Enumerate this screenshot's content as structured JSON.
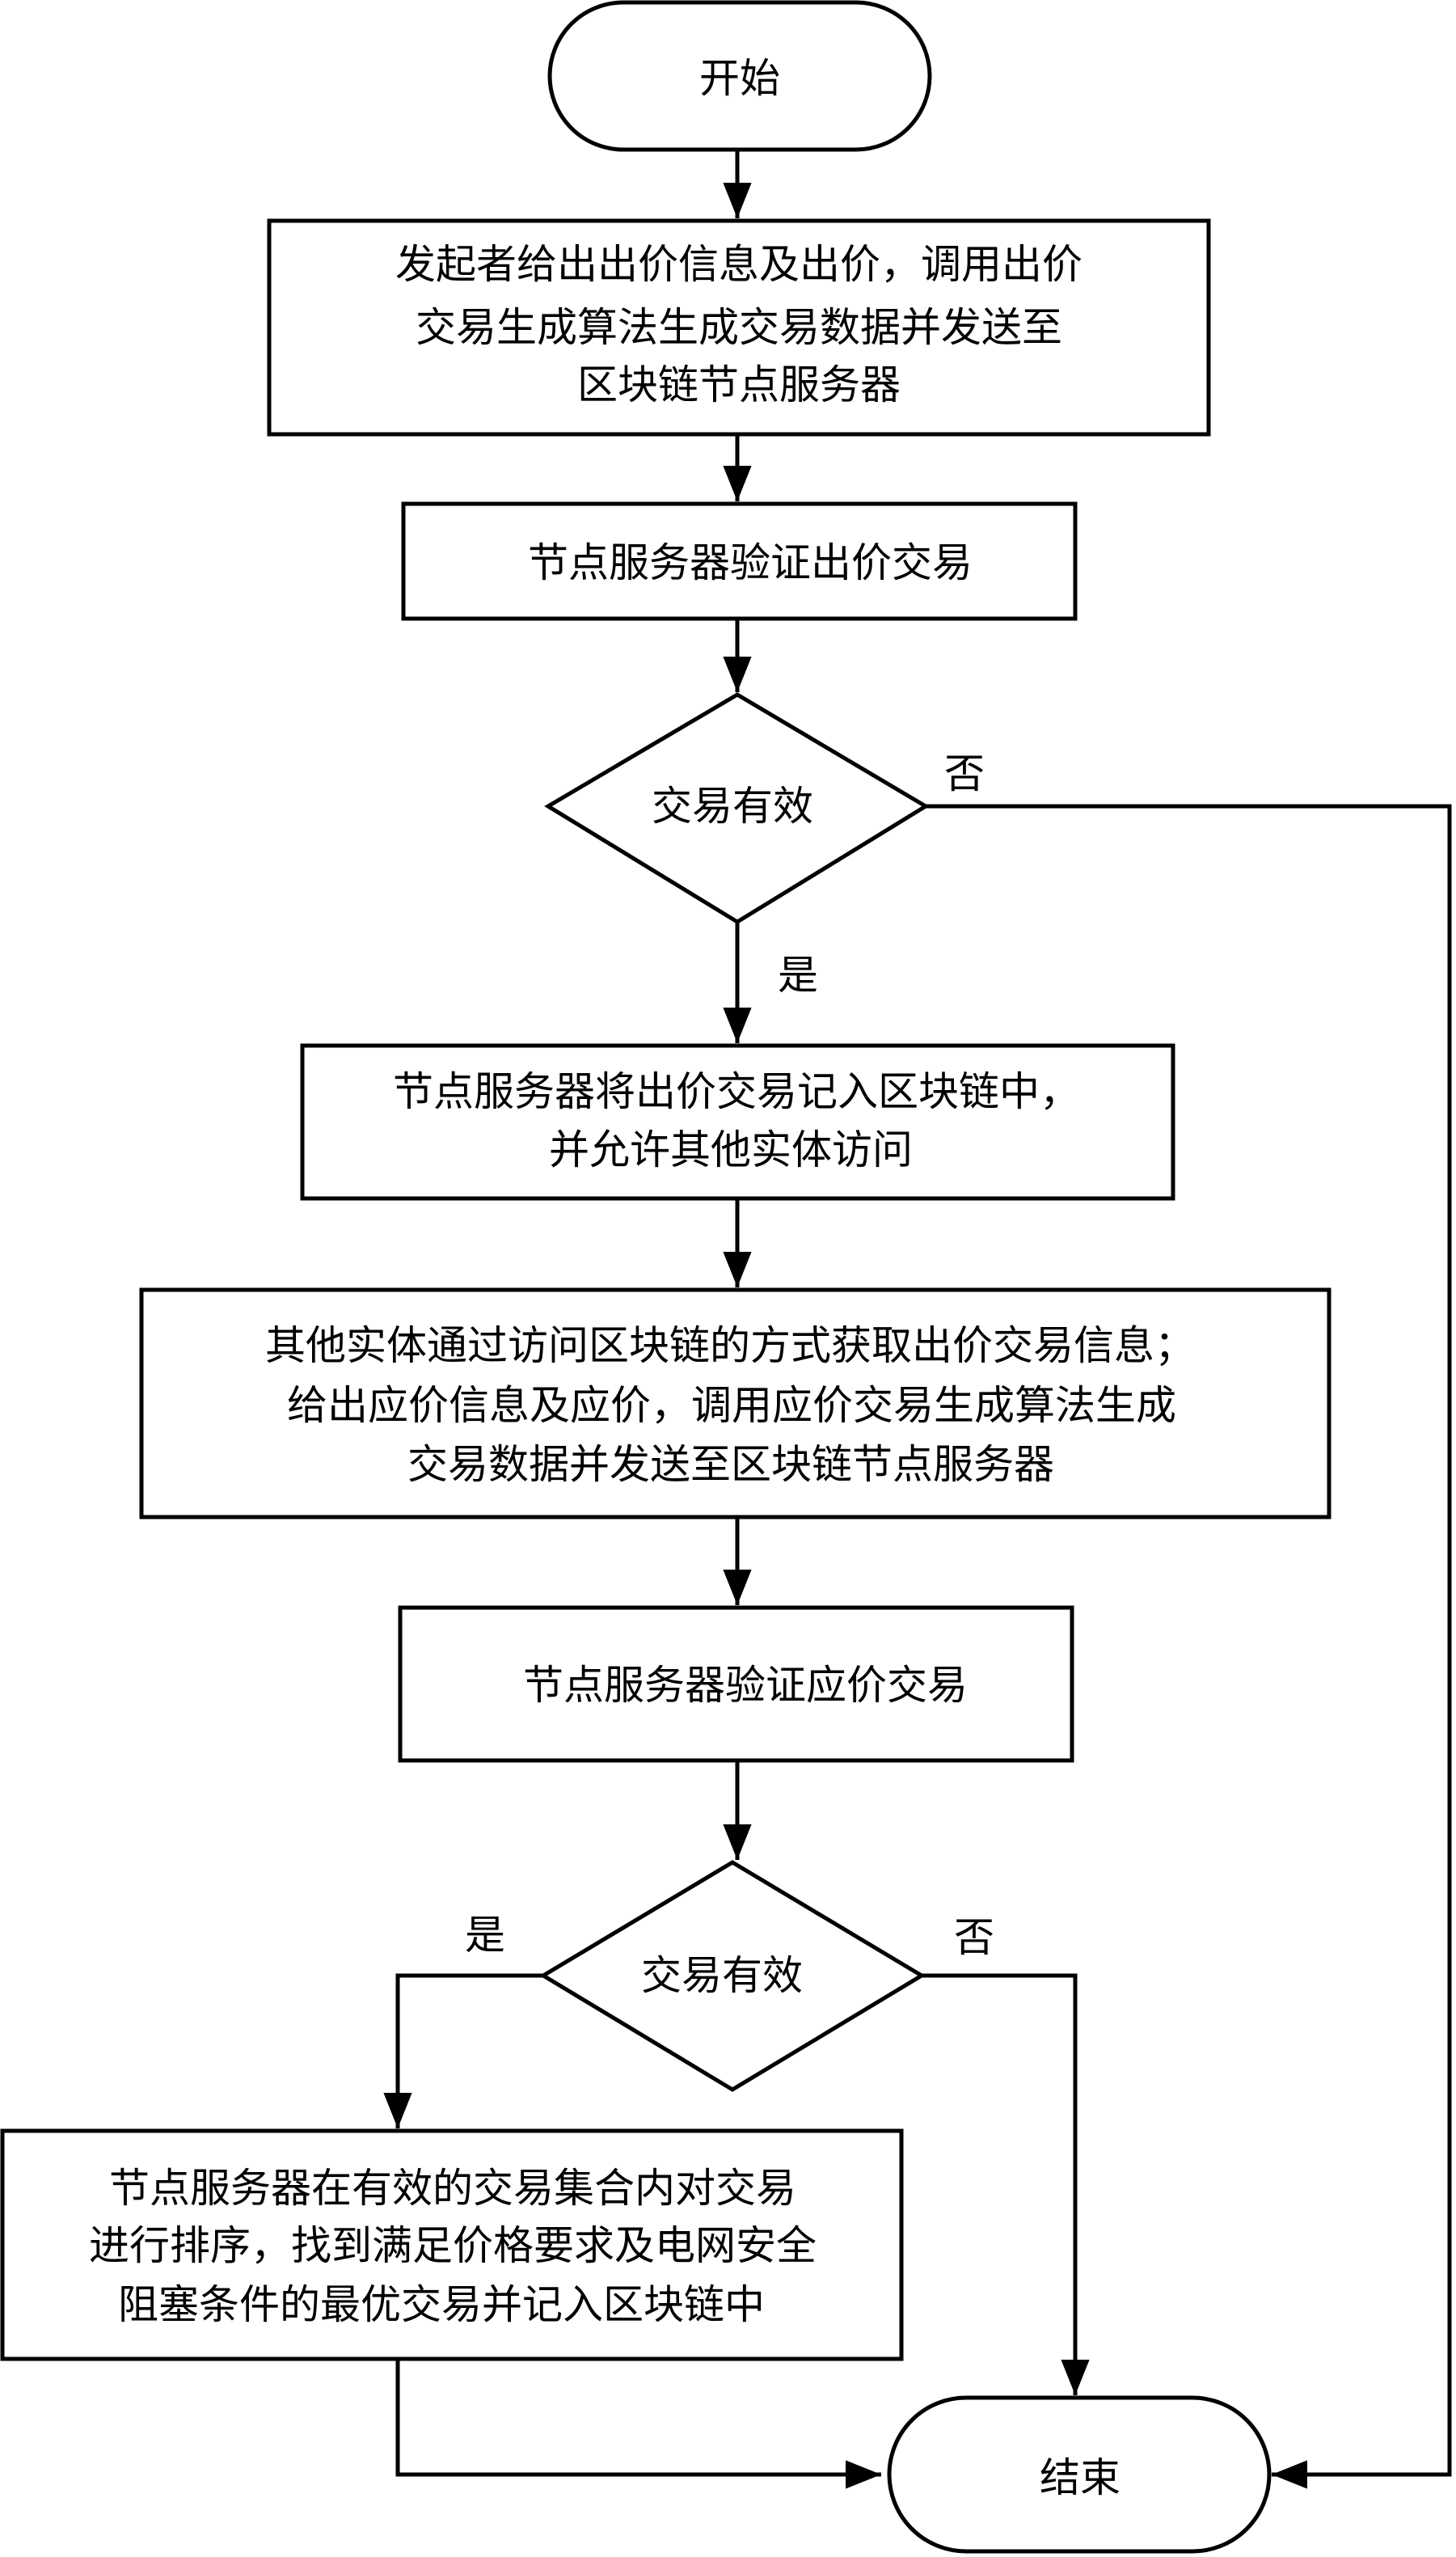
{
  "nodes": {
    "start": "开始",
    "initiate_bid": [
      "发起者给出出价信息及出价，调用出价",
      "交易生成算法生成交易数据并发送至",
      "区块链节点服务器"
    ],
    "verify_bid": "节点服务器验证出价交易",
    "decision_bid_valid": "交易有效",
    "record_bid": [
      "节点服务器将出价交易记入区块链中，",
      "并允许其他实体访问"
    ],
    "respond_offer": [
      "其他实体通过访问区块链的方式获取出价交易信息；",
      "给出应价信息及应价，调用应价交易生成算法生成",
      "交易数据并发送至区块链节点服务器"
    ],
    "verify_offer": "节点服务器验证应价交易",
    "decision_offer_valid": "交易有效",
    "sort_match": [
      "节点服务器在有效的交易集合内对交易",
      "进行排序，找到满足价格要求及电网安全",
      "阻塞条件的最优交易并记入区块链中"
    ],
    "end": "结束"
  },
  "edge_labels": {
    "bid_no": "否",
    "bid_yes": "是",
    "offer_yes": "是",
    "offer_no": "否"
  }
}
